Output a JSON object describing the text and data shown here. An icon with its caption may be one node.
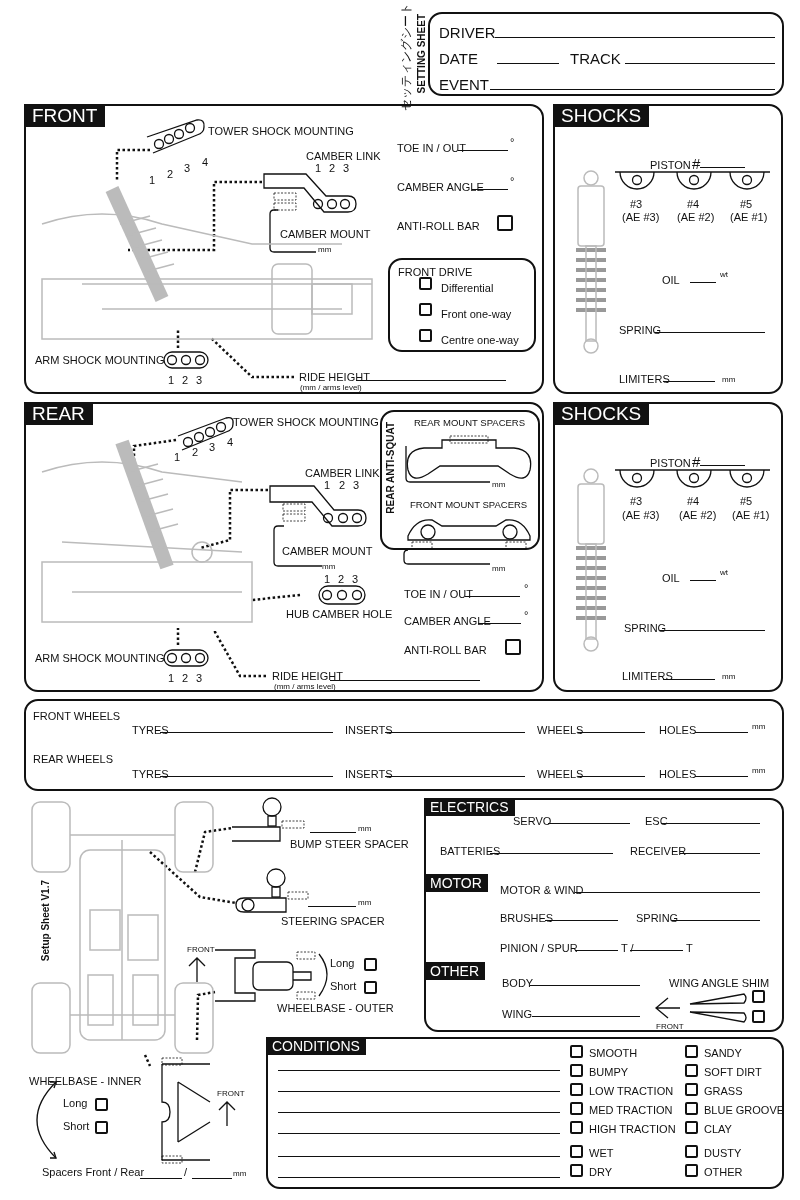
{
  "diagram": {
    "nodes": [
      {
        "text": [
          "DRIVER",
          "DATE",
          "TRACK",
          "EVENT"
        ]
      },
      {
        "text": [
          "FRONT",
          "TOE IN / OUT",
          "°",
          "CAMBER ANGLE",
          "°",
          "ANTI-ROLL BAR"
        ]
      },
      {
        "text": [
          "FRONT DRIVE",
          "Differential",
          "Front one-way",
          "Centre one-way"
        ],
        "in": 1
      },
      {
        "text": [
          "TOWER SHOCK MOUNTING",
          "1",
          "2",
          "3",
          "4"
        ],
        "in": 1
      },
      {
        "text": [
          "CAMBER LINK",
          "1",
          "2",
          "3",
          "CAMBER MOUNT",
          "mm"
        ],
        "in": 1
      },
      {
        "text": [
          "ARM SHOCK MOUNTING",
          "1",
          "2",
          "3"
        ],
        "in": 1
      },
      {
        "text": [
          "RIDE HEIGHT",
          "(mm / arms level)"
        ],
        "in": 1
      },
      {
        "text": [],
        "shape": "picture",
        "in": 1
      },
      {
        "text": [
          "SHOCKS",
          "PISTON",
          "#",
          "#3",
          "(AE #3)",
          "#4",
          "(AE #2)",
          "#5",
          "(AE #1)",
          "OIL",
          "wt",
          "SPRING",
          "LIMITERS",
          "mm"
        ]
      },
      {
        "text": [
          "REAR",
          "TOE IN / OUT",
          "°",
          "CAMBER ANGLE",
          "°",
          "ANTI-ROLL BAR"
        ]
      },
      {
        "text": [
          "REAR ANTI-SQUAT",
          "REAR MOUNT SPACERS",
          "mm",
          "FRONT MOUNT SPACERS",
          "mm"
        ],
        "in": 9
      },
      {
        "text": [
          "TOWER SHOCK MOUNTING",
          "1",
          "2",
          "3",
          "4"
        ],
        "in": 9
      },
      {
        "text": [
          "CAMBER LINK",
          "1",
          "2",
          "3",
          "CAMBER MOUNT",
          "mm"
        ],
        "in": 9
      },
      {
        "text": [
          "1",
          "2",
          "3",
          "HUB CAMBER HOLE"
        ],
        "in": 9
      },
      {
        "text": [
          "ARM SHOCK MOUNTING",
          "1",
          "2",
          "3"
        ],
        "in": 9
      },
      {
        "text": [
          "RIDE HEIGHT",
          "(mm / arms level)"
        ],
        "in": 9
      },
      {
        "text": [],
        "shape": "picture",
        "in": 9
      },
      {
        "text": [
          "SHOCKS",
          "PISTON",
          "#",
          "#3",
          "(AE #3)",
          "#4",
          "(AE #2)",
          "#5",
          "(AE #1)",
          "OIL",
          "wt",
          "SPRING",
          "LIMITERS",
          "mm"
        ]
      },
      {
        "text": [
          "FRONT WHEELS",
          "TYRES",
          "INSERTS",
          "WHEELS",
          "HOLES",
          "mm",
          "REAR WHEELS",
          "TYRES",
          "INSERTS",
          "WHEELS",
          "HOLES",
          "mm"
        ]
      },
      {
        "text": [
          "ELECTRICS",
          "SERVO",
          "ESC",
          "BATTERIES",
          "RECEIVER",
          "MOTOR",
          "MOTOR & WIND",
          "BRUSHES",
          "SPRING",
          "PINION / SPUR",
          "T /",
          "T",
          "OTHER",
          "BODY",
          "WING",
          "WING ANGLE SHIM",
          "FRONT"
        ]
      },
      {
        "text": [
          "CONDITIONS",
          "SMOOTH",
          "SANDY",
          "BUMPY",
          "SOFT DIRT",
          "LOW TRACTION",
          "GRASS",
          "MED TRACTION",
          "BLUE GROOVE",
          "HIGH TRACTION",
          "CLAY",
          "WET",
          "DUSTY",
          "DRY",
          "OTHER"
        ]
      },
      {
        "text": [],
        "shape": "picture"
      },
      {
        "text": [
          "mm",
          "BUMP STEER SPACER"
        ]
      },
      {
        "text": [
          "mm",
          "STEERING SPACER"
        ]
      },
      {
        "text": [
          "FRONT",
          "Long",
          "Short",
          "WHEELBASE - OUTER"
        ]
      },
      {
        "text": [
          "WHEELBASE - INNER",
          "Long",
          "Short",
          "FRONT"
        ]
      }
    ],
    "edges": [
      {
        "from": 3,
        "to": 7,
        "arrow": "none",
        "style": "dashed"
      },
      {
        "from": 4,
        "to": 7,
        "arrow": "none",
        "style": "dashed"
      },
      {
        "from": 5,
        "to": 7,
        "arrow": "none",
        "style": "dashed"
      },
      {
        "from": 6,
        "to": 7,
        "arrow": "none",
        "style": "dashed"
      },
      {
        "from": 11,
        "to": 16,
        "arrow": "none",
        "style": "dashed"
      },
      {
        "from": 12,
        "to": 16,
        "arrow": "none",
        "style": "dashed"
      },
      {
        "from": 13,
        "to": 16,
        "arrow": "none",
        "style": "dashed"
      },
      {
        "from": 14,
        "to": 16,
        "arrow": "none",
        "style": "dashed"
      },
      {
        "from": 15,
        "to": 16,
        "arrow": "none",
        "style": "dashed"
      },
      {
        "from": 21,
        "to": 22,
        "arrow": "none",
        "style": "dashed"
      },
      {
        "from": 21,
        "to": 23,
        "arrow": "none",
        "style": "dashed"
      },
      {
        "from": 21,
        "to": 24,
        "arrow": "none",
        "style": "dashed"
      },
      {
        "from": 21,
        "to": 25,
        "arrow": "none",
        "style": "dashed"
      }
    ],
    "labels": [
      "セッティングシート",
      "SETTING SHEET",
      "Setup Sheet V1.7",
      "Spacers Front / Rear",
      "/",
      "mm"
    ]
  }
}
